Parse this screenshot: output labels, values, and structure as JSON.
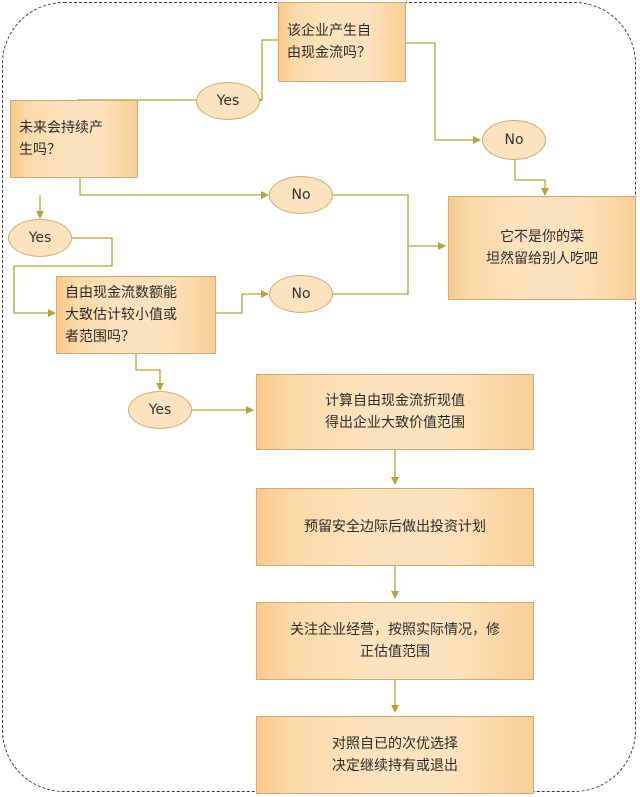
{
  "nodes": {
    "q_free_cash_flow": "该企业产生自\n由现金流吗？",
    "q_sustainable": "未来会持续产\n生吗？",
    "q_estimate_range": "自由现金流数额能\n大致估计较小值或\n者范围吗？",
    "reject": "它不是你的菜\n坦然留给别人吃吧",
    "compute_value": "计算自由现金流折现值\n得出企业大致价值范围",
    "safety_margin": "预留安全边际后做出投资计划",
    "monitor": "关注企业经营，按照实际情况，修\n正估值范围",
    "compare": "对照自已的次优选择\n决定继续持有或退出"
  },
  "decisions": {
    "yes_1": "Yes",
    "no_1": "No",
    "no_2": "No",
    "yes_2": "Yes",
    "no_3": "No",
    "yes_3": "Yes"
  },
  "colors": {
    "box_fill": "#fde3bd",
    "box_border": "#d9a86a",
    "connector": "#b8a23a",
    "frame": "#3a3a3a"
  }
}
